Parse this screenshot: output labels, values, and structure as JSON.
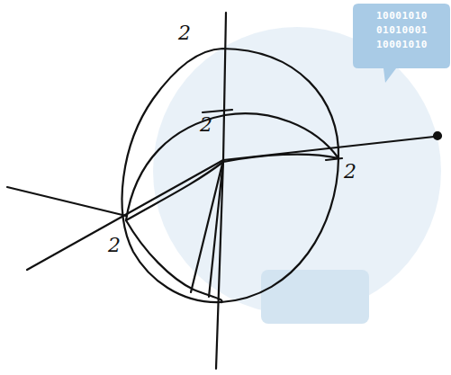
{
  "diagram": {
    "labels": [
      "2",
      "2",
      "2",
      "2",
      "10001010",
      "01010001",
      "10001010"
    ]
  }
}
